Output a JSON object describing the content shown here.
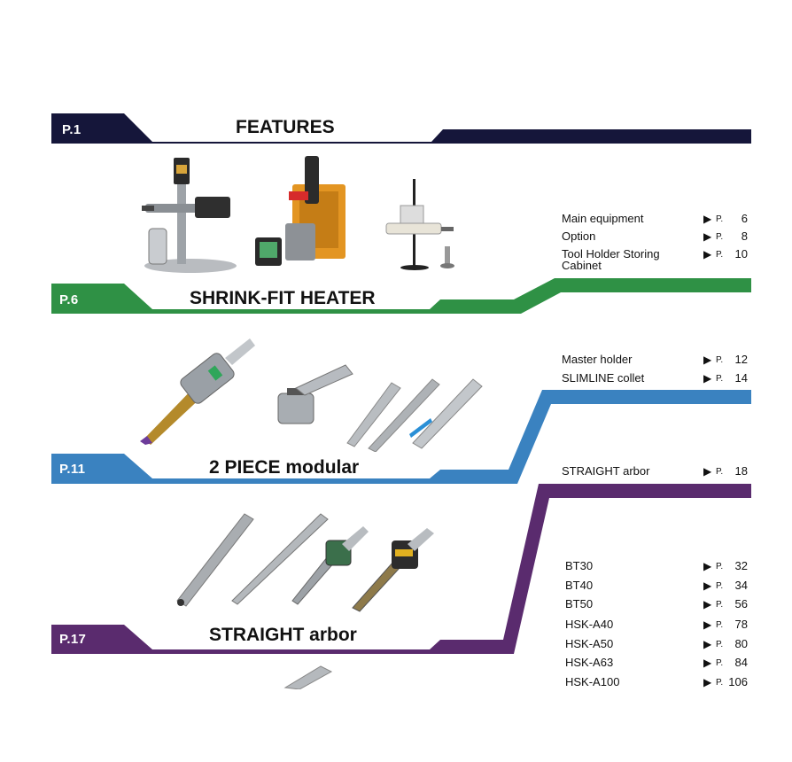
{
  "sections": [
    {
      "page_tag": "P.1",
      "title": "FEATURES",
      "color": "#15163a",
      "entries": []
    },
    {
      "page_tag": "P.6",
      "title": "SHRINK-FIT HEATER",
      "color": "#2f9145",
      "entries": [
        {
          "label": "Main equipment",
          "p": "P.",
          "num": "6"
        },
        {
          "label": "Option",
          "p": "P.",
          "num": "8"
        },
        {
          "label": "Tool Holder Storing Cabinet",
          "p": "P.",
          "num": "10"
        }
      ]
    },
    {
      "page_tag": "P.11",
      "title": "2 PIECE modular",
      "color": "#3a82c0",
      "entries": [
        {
          "label": "Master holder",
          "p": "P.",
          "num": "12"
        },
        {
          "label": "SLIMLINE collet",
          "p": "P.",
          "num": "14"
        }
      ]
    },
    {
      "page_tag": "P.17",
      "title": "STRAIGHT arbor",
      "color": "#5a2b6e",
      "entries": [
        {
          "label": "STRAIGHT arbor",
          "p": "P.",
          "num": "18"
        }
      ]
    }
  ],
  "straight_list": [
    {
      "label": "BT30",
      "p": "P.",
      "num": "32"
    },
    {
      "label": "BT40",
      "p": "P.",
      "num": "34"
    },
    {
      "label": "BT50",
      "p": "P.",
      "num": "56"
    },
    {
      "label": "HSK-A40",
      "p": "P.",
      "num": "78"
    },
    {
      "label": "HSK-A50",
      "p": "P.",
      "num": "80"
    },
    {
      "label": "HSK-A63",
      "p": "P.",
      "num": "84"
    },
    {
      "label": "HSK-A100",
      "p": "P.",
      "num": "106"
    }
  ],
  "arrow_glyph": "▶"
}
